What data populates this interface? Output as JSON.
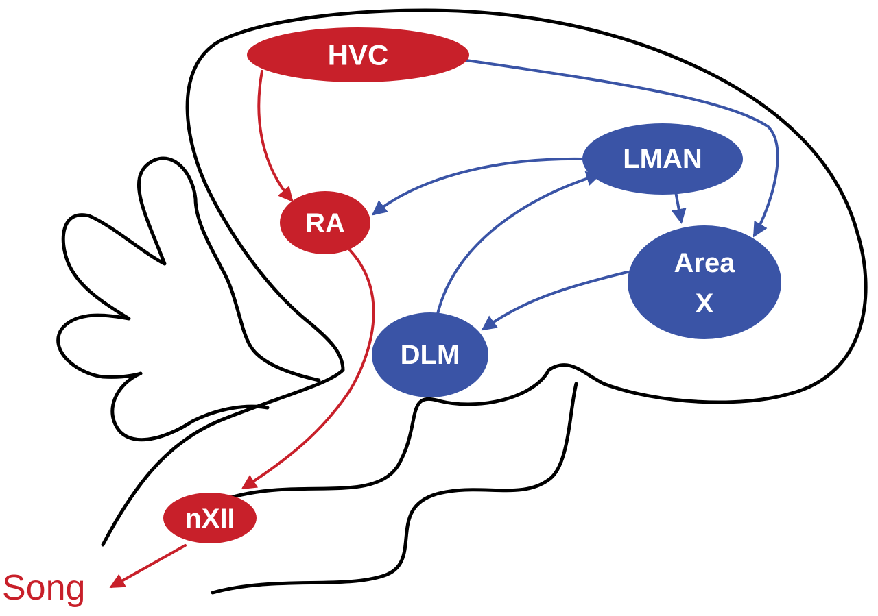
{
  "diagram": {
    "colors": {
      "motor_pathway": "#c8202a",
      "afp_pathway": "#3a54a6",
      "outline": "#000000"
    },
    "nodes": {
      "hvc": {
        "label": "HVC"
      },
      "ra": {
        "label": "RA"
      },
      "lman": {
        "label": "LMAN"
      },
      "area_x": {
        "label_line1": "Area",
        "label_line2": "X"
      },
      "dlm": {
        "label": "DLM"
      },
      "nxii": {
        "label": "nXII"
      }
    },
    "output": {
      "label": "Song"
    }
  }
}
